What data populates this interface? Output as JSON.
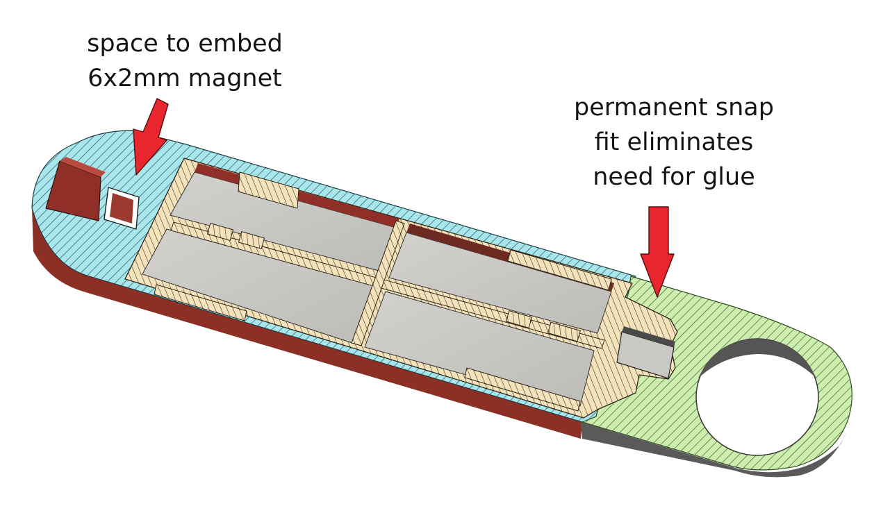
{
  "annotations": {
    "magnet": {
      "lines": [
        "space to embed",
        "6x2mm magnet"
      ]
    },
    "snap": {
      "lines": [
        "permanent snap",
        "fit eliminates",
        "need for glue"
      ]
    }
  },
  "colors": {
    "cut_blue": "#a8e6ec",
    "cut_green": "#cdeeae",
    "cut_tan": "#f4e2bb",
    "side_red": "#8c3026",
    "side_gray": "#5a5a5a",
    "floor_gray": "#c8c7c3",
    "arrow_red": "#e8262e"
  },
  "icons": {
    "callout": "arrow-down-icon"
  }
}
